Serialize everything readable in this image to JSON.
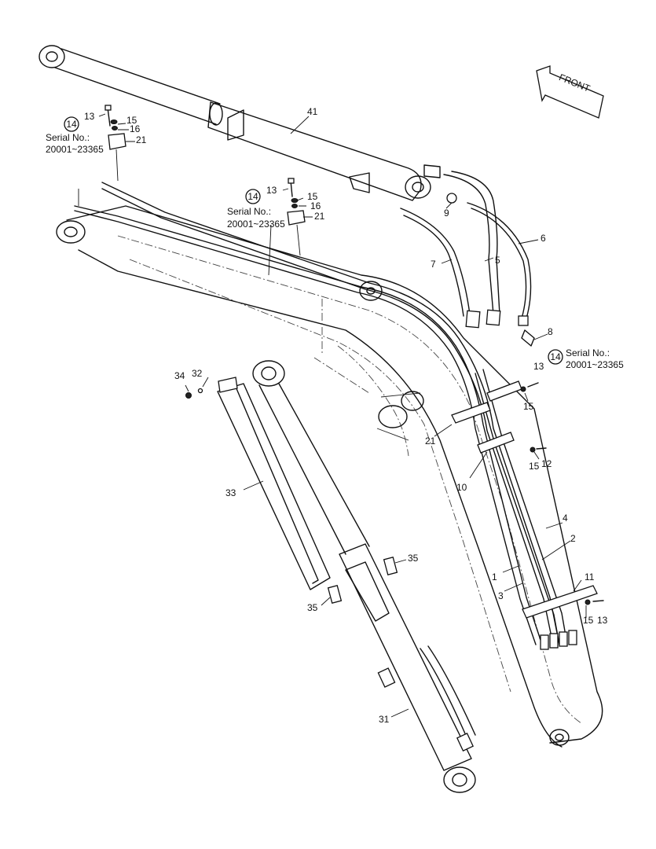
{
  "front_label": "FRONT",
  "serial_blocks": [
    {
      "title": "Serial No.:",
      "range": "20001~23365",
      "ref": "14"
    },
    {
      "title": "Serial No.:",
      "range": "20001~23365",
      "ref": "14"
    },
    {
      "title": "Serial No.:",
      "range": "20001~23365",
      "ref": "14"
    }
  ],
  "callouts": {
    "c41": "41",
    "c13a": "13",
    "c15a": "15",
    "c16a": "16",
    "c21a": "21",
    "c13b": "13",
    "c15b": "15",
    "c16b": "16",
    "c21b": "21",
    "c9": "9",
    "c6": "6",
    "c5": "5",
    "c7": "7",
    "c8": "8",
    "c13c": "13",
    "c15c": "15",
    "c34": "34",
    "c32": "32",
    "c33": "33",
    "c21c": "21",
    "c10": "10",
    "c15d": "15",
    "c12": "12",
    "c4": "4",
    "c2": "2",
    "c1": "1",
    "c3": "3",
    "c11": "11",
    "c15e": "15",
    "c13d": "13",
    "c35a": "35",
    "c35b": "35",
    "c31": "31"
  }
}
